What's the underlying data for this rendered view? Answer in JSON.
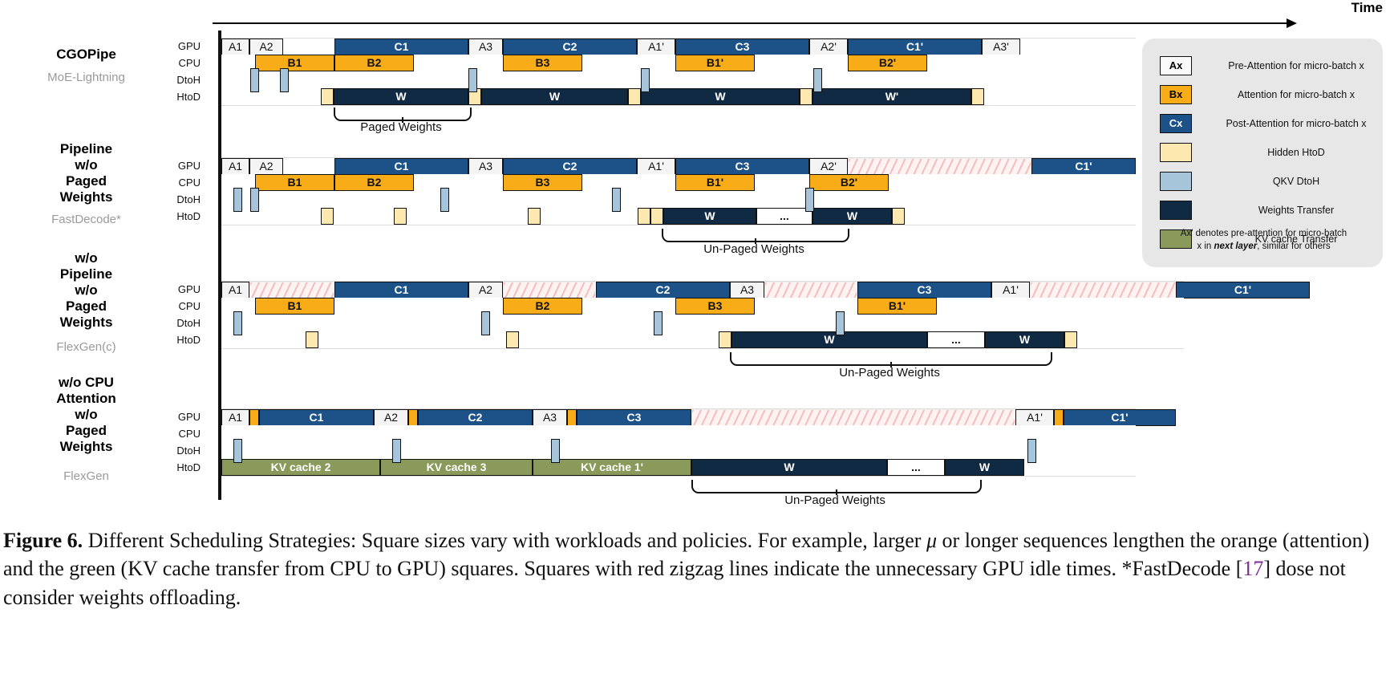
{
  "axis": {
    "time_label": "Time"
  },
  "channels": [
    "GPU",
    "CPU",
    "DtoH",
    "HtoD"
  ],
  "groups": [
    {
      "title": "CGOPipe",
      "subtitle": "MoE-Lightning"
    },
    {
      "title": "Pipeline\nw/o\nPaged\nWeights",
      "subtitle": "FastDecode*"
    },
    {
      "title": "w/o\nPipeline\nw/o\nPaged\nWeights",
      "subtitle": "FlexGen(c)"
    },
    {
      "title": "w/o CPU\nAttention\nw/o\nPaged\nWeights",
      "subtitle": "FlexGen"
    }
  ],
  "brace_labels": {
    "paged": "Paged Weights",
    "unpaged": "Un-Paged Weights"
  },
  "blocks": {
    "row1": {
      "gpu": [
        "A1",
        "A2",
        "C1",
        "A3",
        "C2",
        "A1'",
        "C3",
        "A2'",
        "C1'",
        "A3'"
      ],
      "cpu": [
        "B1",
        "B2",
        "B3",
        "B1'",
        "B2'"
      ],
      "htod": [
        "W",
        "W",
        "W",
        "W'"
      ]
    },
    "row2": {
      "gpu": [
        "A1",
        "A2",
        "C1",
        "A3",
        "C2",
        "A1'",
        "C3",
        "A2'",
        "C1'"
      ],
      "cpu": [
        "B1",
        "B2",
        "B3",
        "B1'",
        "B2'"
      ],
      "htod": [
        "W",
        "...",
        "W"
      ]
    },
    "row3": {
      "gpu": [
        "A1",
        "C1",
        "A2",
        "C2",
        "A3",
        "C3",
        "A1'",
        "C1'"
      ],
      "cpu": [
        "B1",
        "B2",
        "B3",
        "B1'"
      ],
      "htod": [
        "W",
        "...",
        "W"
      ]
    },
    "row4": {
      "gpu": [
        "A1",
        "C1",
        "A2",
        "C2",
        "A3",
        "C3",
        "A1'",
        "C1'"
      ],
      "cpu": [],
      "htod": [
        "KV cache 2",
        "KV cache 3",
        "KV cache 1'",
        "W",
        "...",
        "W"
      ]
    }
  },
  "legend": {
    "items": [
      {
        "swatch": "Ax",
        "kind": "a",
        "text": "Pre-Attention for micro-batch x"
      },
      {
        "swatch": "Bx",
        "kind": "b",
        "text": "Attention for micro-batch x"
      },
      {
        "swatch": "Cx",
        "kind": "c",
        "text": "Post-Attention for micro-batch x"
      },
      {
        "swatch": "",
        "kind": "hid",
        "text": "Hidden HtoD"
      },
      {
        "swatch": "",
        "kind": "qkv",
        "text": "QKV DtoH"
      },
      {
        "swatch": "",
        "kind": "w",
        "text": "Weights Transfer"
      },
      {
        "swatch": "",
        "kind": "kv",
        "text": "KV cache Transfer"
      }
    ],
    "note_line1": "Ax' denotes pre-attention for micro-batch",
    "note_line2_a": "x in ",
    "note_line2_b": "next layer",
    "note_line2_c": ", similar for others"
  },
  "caption": {
    "figure_number": "Figure 6.",
    "text_1": " Different Scheduling Strategies: Square sizes vary with workloads and policies. For example, larger ",
    "mu": "μ",
    "text_2": " or longer sequences lengthen the orange (attention) and the green (KV cache transfer from CPU to GPU) squares. Squares with red zigzag lines indicate the unnecessary GPU idle times. *FastDecode [",
    "citation": "17",
    "text_3": "] dose not consider weights offloading."
  },
  "colors": {
    "pre_attention": "#f4f4f4",
    "attention": "#f8ad18",
    "post_attention": "#1c5288",
    "hidden_htod": "#fde8b0",
    "qkv_dtoh": "#a6c4da",
    "weights": "#102a43",
    "kv_cache": "#8a9a5b",
    "idle": "#f6bcbc"
  }
}
